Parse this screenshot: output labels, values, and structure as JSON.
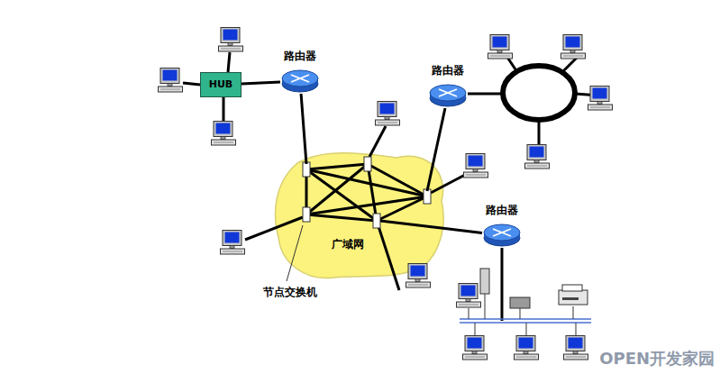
{
  "diagram": {
    "nodes": [
      {
        "text": [
          "HUB"
        ]
      },
      {
        "text": [
          "路由器"
        ]
      },
      {
        "text": [
          "路由器"
        ]
      },
      {
        "text": [
          "广域网"
        ]
      },
      {
        "text": [
          "路由器"
        ]
      }
    ],
    "edges": [
      {
        "from": 0,
        "to": 1,
        "arrow": "none"
      },
      {
        "from": 1,
        "to": 3,
        "arrow": "none"
      },
      {
        "from": 2,
        "to": 3,
        "arrow": "none"
      },
      {
        "from": 3,
        "to": 4,
        "arrow": "none"
      }
    ],
    "labels": [
      "节点交换机",
      "OPEN开发家园"
    ]
  }
}
